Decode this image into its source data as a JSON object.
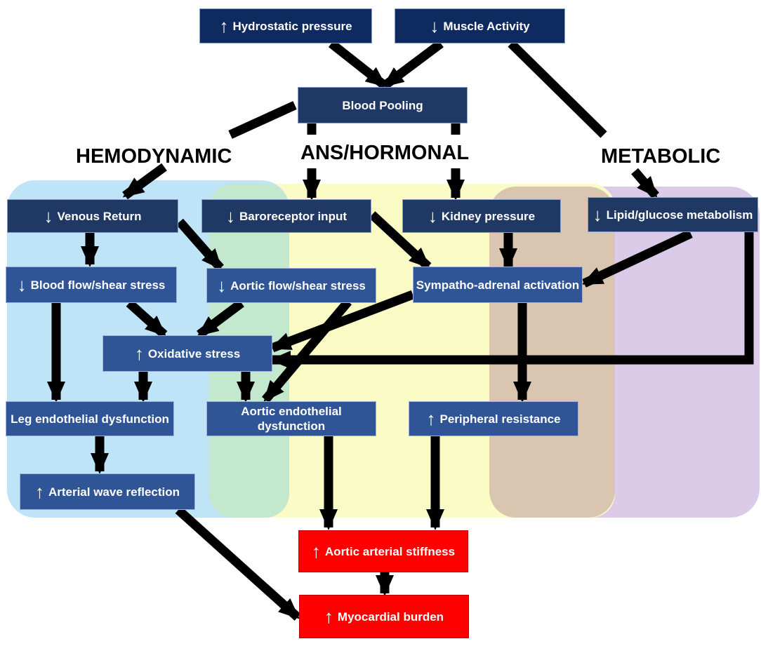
{
  "arrow_up": "↑",
  "arrow_down": "↓",
  "headers": {
    "hemodynamic": "HEMODYNAMIC",
    "ans_hormonal": "ANS/HORMONAL",
    "metabolic": "METABOLIC"
  },
  "colors": {
    "hemodynamic_region": "#bfe3f7",
    "ans_region": "#fbfbc6",
    "metabolic_region": "#dccbe8",
    "overlap_hemo_ans": "#c3e8cd",
    "overlap_ans_metabolic": "#d9c5b0",
    "node_dark": "#1f3864",
    "node_top": "#0f2a5e",
    "node_blue": "#2f5597",
    "node_outcome": "#ff0000",
    "connector": "#000000"
  },
  "nodes": {
    "hydrostatic_pressure": {
      "label": "Hydrostatic pressure",
      "arrow": "up"
    },
    "muscle_activity": {
      "label": "Muscle Activity",
      "arrow": "down"
    },
    "blood_pooling": {
      "label": "Blood Pooling",
      "arrow": ""
    },
    "venous_return": {
      "label": "Venous Return",
      "arrow": "down"
    },
    "baroreceptor_input": {
      "label": "Baroreceptor input",
      "arrow": "down"
    },
    "kidney_pressure": {
      "label": "Kidney pressure",
      "arrow": "down"
    },
    "lipid_glucose": {
      "label": "Lipid/glucose metabolism",
      "arrow": "down"
    },
    "blood_flow_shear": {
      "label": "Blood flow/shear stress",
      "arrow": "down"
    },
    "aortic_flow_shear": {
      "label": "Aortic flow/shear stress",
      "arrow": "down"
    },
    "sympatho_adrenal": {
      "label": "Sympatho-adrenal activation",
      "arrow": ""
    },
    "oxidative_stress": {
      "label": "Oxidative stress",
      "arrow": "up"
    },
    "leg_endothelial": {
      "label": "Leg endothelial dysfunction",
      "arrow": ""
    },
    "aortic_endothelial": {
      "label": "Aortic endothelial dysfunction",
      "arrow": ""
    },
    "peripheral_resistance": {
      "label": "Peripheral resistance",
      "arrow": "up"
    },
    "arterial_wave": {
      "label": "Arterial wave reflection",
      "arrow": "up"
    },
    "aortic_stiffness": {
      "label": "Aortic arterial stiffness",
      "arrow": "up"
    },
    "myocardial_burden": {
      "label": "Myocardial burden",
      "arrow": "up"
    }
  }
}
